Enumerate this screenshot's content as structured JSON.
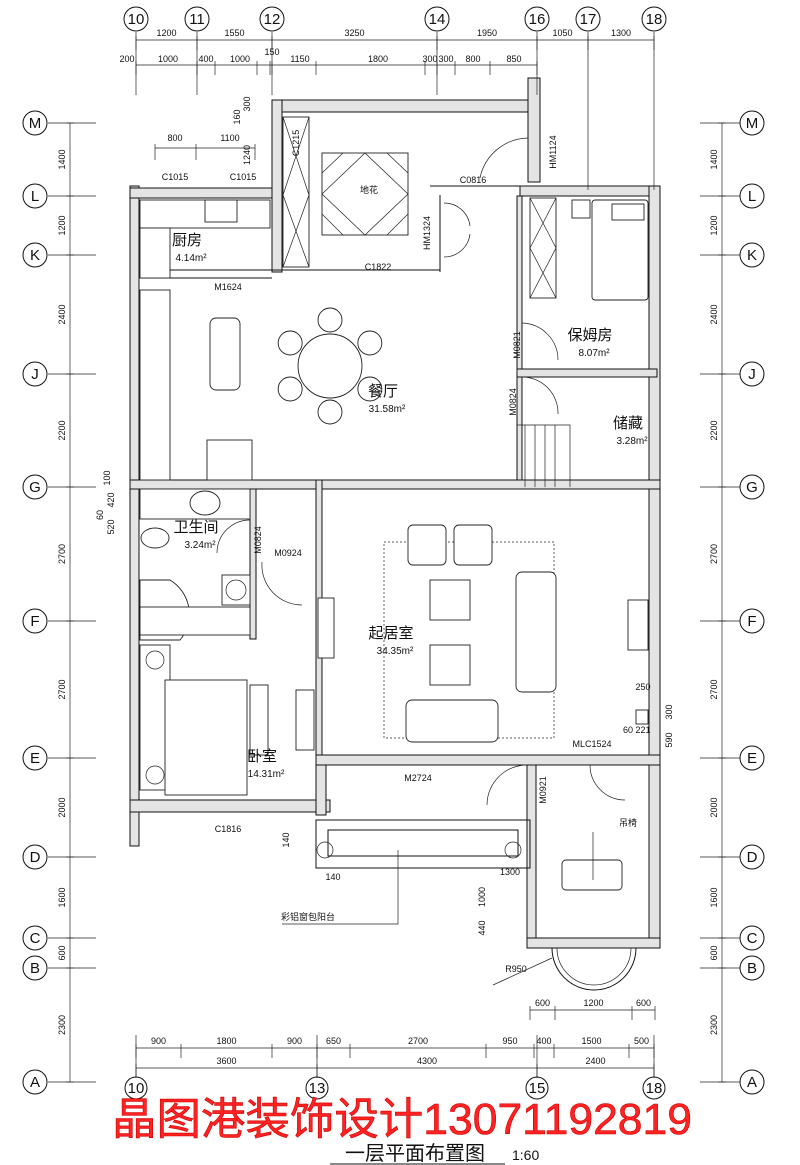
{
  "title": "一层平面布置图",
  "scale": "1:60",
  "watermark": "晶图港装饰设计13071192819",
  "grid": {
    "columns_top": [
      "10",
      "11",
      "12",
      "14",
      "16",
      "17",
      "18"
    ],
    "columns_bottom": [
      "10",
      "13",
      "15",
      "18"
    ],
    "rows": [
      "M",
      "L",
      "K",
      "J",
      "G",
      "F",
      "E",
      "D",
      "C",
      "B",
      "A"
    ]
  },
  "dims": {
    "top_row1": [
      "1200",
      "1550",
      "3250",
      "1950",
      "1050",
      "1300"
    ],
    "top_row2": [
      "200",
      "1000",
      "400",
      "1000",
      "150",
      "1150",
      "1800",
      "300",
      "300",
      "800",
      "850"
    ],
    "left": [
      "1400",
      "1200",
      "2400",
      "2200",
      "2700",
      "2700",
      "2000",
      "1600",
      "600",
      "2300"
    ],
    "right": [
      "1400",
      "1200",
      "2400",
      "2200",
      "2700",
      "2700",
      "2000",
      "1600",
      "600",
      "2300"
    ],
    "bottom_row1": [
      "900",
      "1800",
      "900",
      "650",
      "2700",
      "950",
      "400",
      "1500",
      "500"
    ],
    "bottom_row2": [
      "3600",
      "4300",
      "2400"
    ],
    "bay": [
      "600",
      "1200",
      "600"
    ],
    "misc": [
      "800",
      "1100",
      "160",
      "300",
      "1240",
      "100",
      "420",
      "60",
      "520",
      "250",
      "300",
      "590",
      "60",
      "221",
      "140",
      "140",
      "1300",
      "1000",
      "440"
    ]
  },
  "rooms": [
    {
      "name": "厨房",
      "area": "4.14m²"
    },
    {
      "name": "餐厅",
      "area": "31.58m²"
    },
    {
      "name": "保姆房",
      "area": "8.07m²"
    },
    {
      "name": "储藏",
      "area": "3.28m²"
    },
    {
      "name": "卫生间",
      "area": "3.24m²"
    },
    {
      "name": "起居室",
      "area": "34.35m²"
    },
    {
      "name": "卧室",
      "area": "14.31m²"
    }
  ],
  "labels": [
    "C1015",
    "C1015",
    "C1215",
    "C0816",
    "HM1124",
    "HM1324",
    "C1822",
    "M1624",
    "M0821",
    "M0824",
    "M0824",
    "M0924",
    "M2724",
    "MLC1524",
    "M0921",
    "C1816",
    "R950",
    "地花",
    "吊椅",
    "彩铝窗包阳台"
  ]
}
